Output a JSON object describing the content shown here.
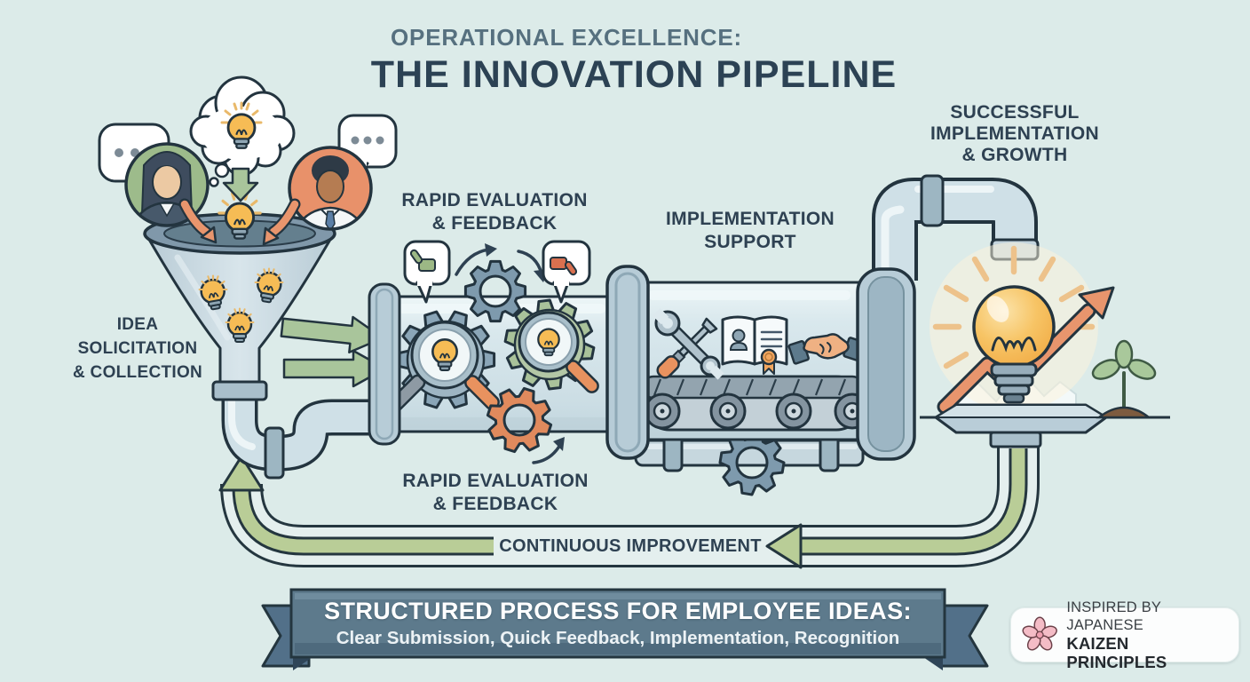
{
  "title": {
    "line1": "OPERATIONAL EXCELLENCE:",
    "line2": "THE INNOVATION PIPELINE"
  },
  "stages": {
    "idea": {
      "line1": "IDEA",
      "line2": "SOLICITATION",
      "line3": "& COLLECTION"
    },
    "evaluation_top": {
      "line1": "RAPID EVALUATION",
      "line2": "& FEEDBACK"
    },
    "evaluation_bottom": {
      "line1": "RAPID EVALUATION",
      "line2": "& FEEDBACK"
    },
    "implementation": {
      "line1": "IMPLEMENTATION",
      "line2": "SUPPORT"
    },
    "success": {
      "line1": "SUCCESSFUL",
      "line2": "IMPLEMENTATION",
      "line3": "& GROWTH"
    }
  },
  "loop": {
    "label": "CONTINUOUS IMPROVEMENT"
  },
  "banner": {
    "heading": "STRUCTURED PROCESS FOR EMPLOYEE IDEAS:",
    "subheading": "Clear Submission, Quick Feedback, Implementation, Recognition"
  },
  "badge": {
    "line1": "INSPIRED BY JAPANESE",
    "line2": "KAIZEN PRINCIPLES"
  },
  "icons": {
    "thought_cloud": "cloud with lightbulb",
    "speech_bubble": "ellipsis speech bubble",
    "employee_avatars": "female and male employee portraits",
    "funnel": "collection funnel with lightbulbs",
    "gears": "meshed gears",
    "magnifier_bulb": "magnifying glass over lightbulb",
    "thumbs_up": "thumbs-up feedback bubble",
    "thumbs_down": "thumbs-down feedback bubble",
    "tools": "crossed wrench and screwdriver",
    "training_book": "open handbook with certificate seal",
    "handshake": "handshake",
    "conveyor": "conveyor belt",
    "success_bulb": "glowing lightbulb",
    "growth_arrow": "rising zigzag arrow",
    "seedling": "sprouting plant",
    "cherry_blossom": "sakura flower"
  },
  "colors": {
    "background": "#dcebe9",
    "ink_outline": "#23343f",
    "title_primary": "#2c4254",
    "title_secondary": "#56707f",
    "pipe_steel": "#cfe0e7",
    "pipe_flange": "#9db6c2",
    "accent_green": "#a9c59b",
    "accent_orange": "#e8956d",
    "bulb_yellow": "#f6bc55",
    "banner_slate": "#5d7a8c",
    "badge_pink": "#f4bcc6",
    "text_white": "#ffffff"
  }
}
